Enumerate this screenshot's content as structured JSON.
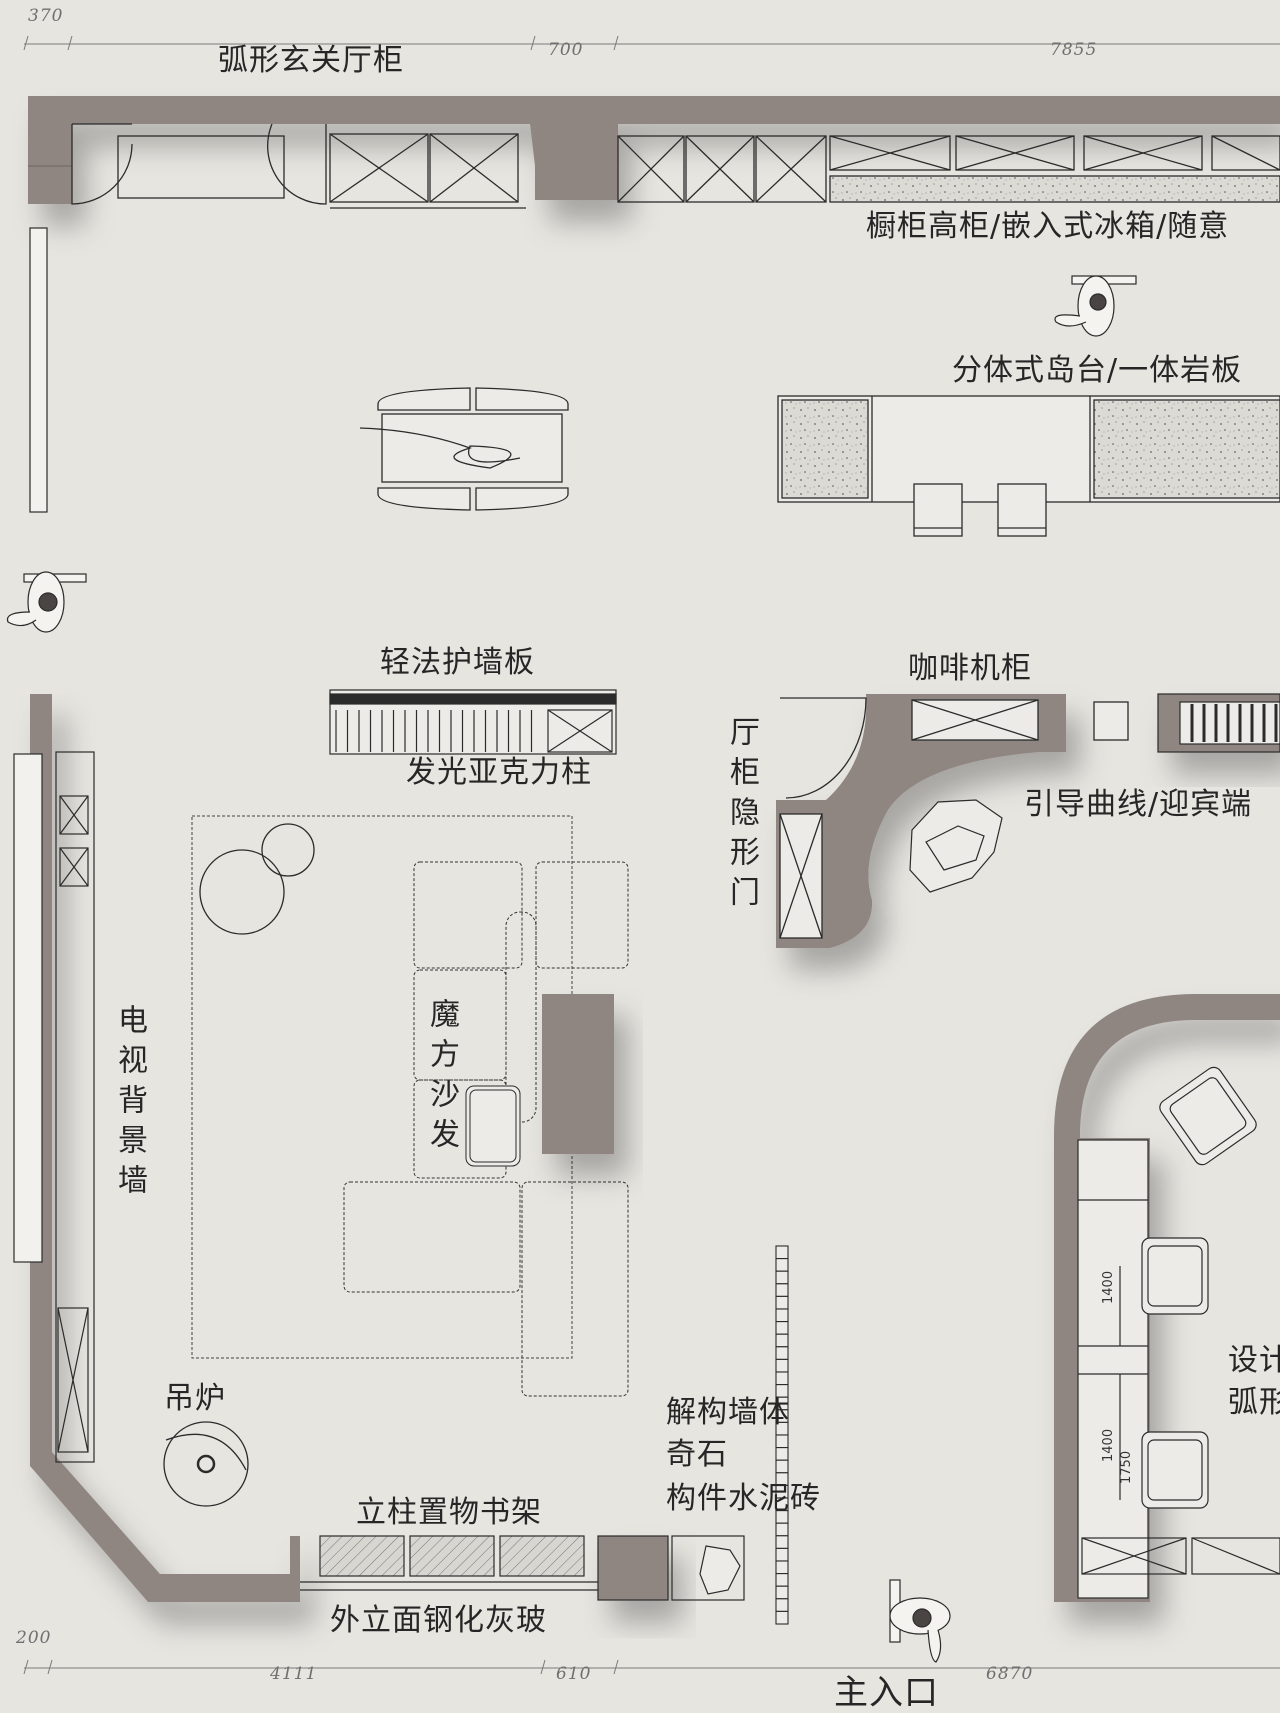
{
  "dimensions": {
    "top_left": "370",
    "top_mid": "700",
    "top_right": "7855",
    "bottom_left": "200",
    "bottom_a": "4111",
    "bottom_b": "610",
    "bottom_c": "6870",
    "inner_1": "1400",
    "inner_2": "1400",
    "inner_3": "1750"
  },
  "labels": {
    "entrance_cabinet": "弧形玄关厅柜",
    "kitchen_tall_cabinet": "橱柜高柜/嵌入式冰箱/随意",
    "island": "分体式岛台/一体岩板",
    "wall_panel": "轻法护墙板",
    "acrylic_column": "发光亚克力柱",
    "coffee_cabinet": "咖啡机柜",
    "hidden_door": "厅柜隐形门",
    "guide_curve": "引导曲线/迎宾端",
    "tv_wall": "电视背景墙",
    "cube_sofa": "魔方沙发",
    "pendant_stove": "吊炉",
    "bookshelf": "立柱置物书架",
    "deconstruct_wall": "解构墙体",
    "rock": "奇石",
    "cement_brick": "构件水泥砖",
    "facade_glass": "外立面钢化灰玻",
    "main_entrance": "主入口",
    "design_area_1": "设计",
    "design_area_2": "弧形"
  },
  "colors": {
    "background": "#e7e5e0",
    "wall_fill": "#8f8682",
    "line": "#2b2b2b",
    "text": "#262626",
    "dimension_text": "#6f6f6f"
  }
}
